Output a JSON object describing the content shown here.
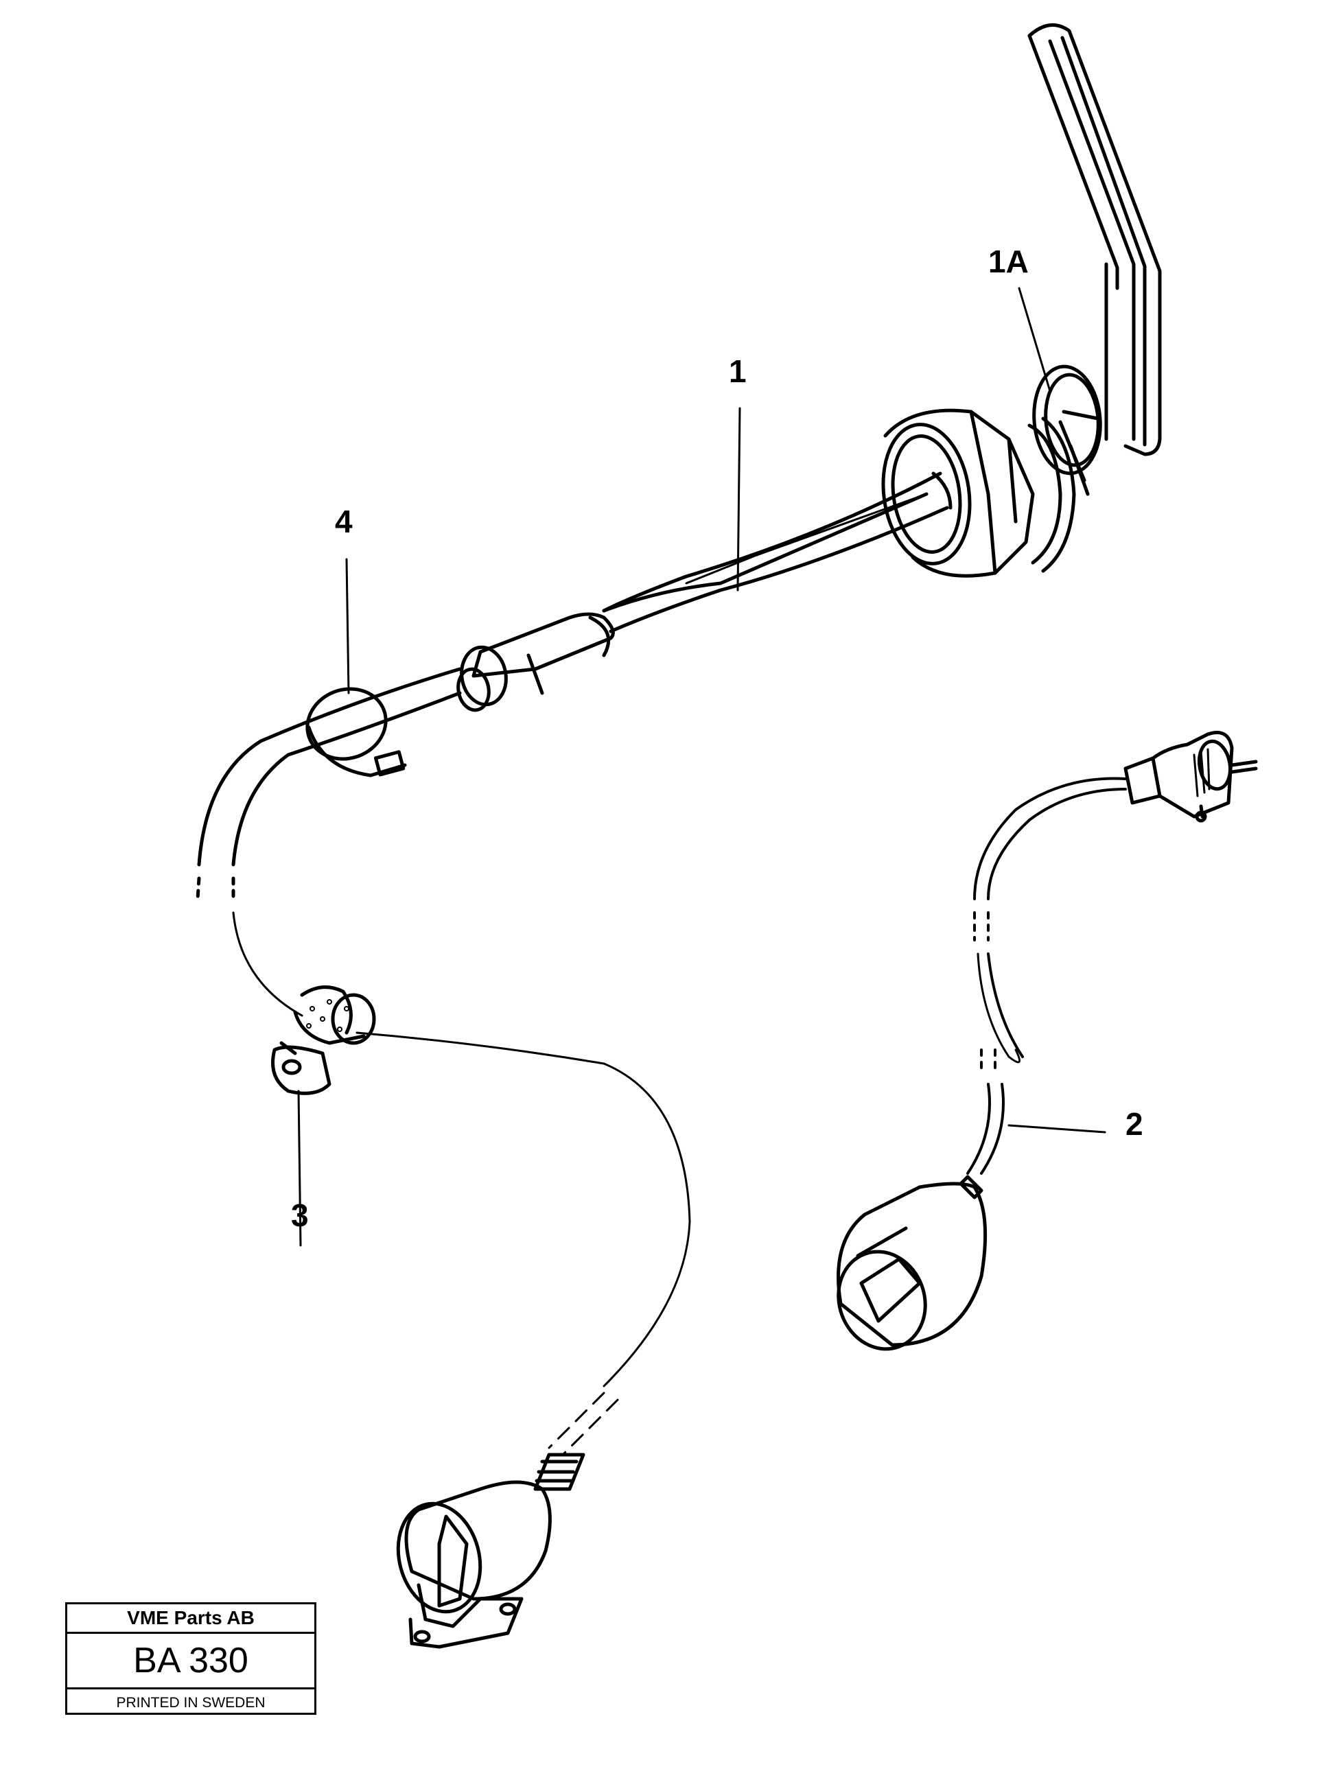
{
  "callouts": {
    "item_1": "1",
    "item_1a": "1A",
    "item_2": "2",
    "item_3": "3",
    "item_4": "4"
  },
  "title_block": {
    "company": "VME Parts AB",
    "code": "BA 330",
    "printed": "PRINTED IN SWEDEN"
  }
}
